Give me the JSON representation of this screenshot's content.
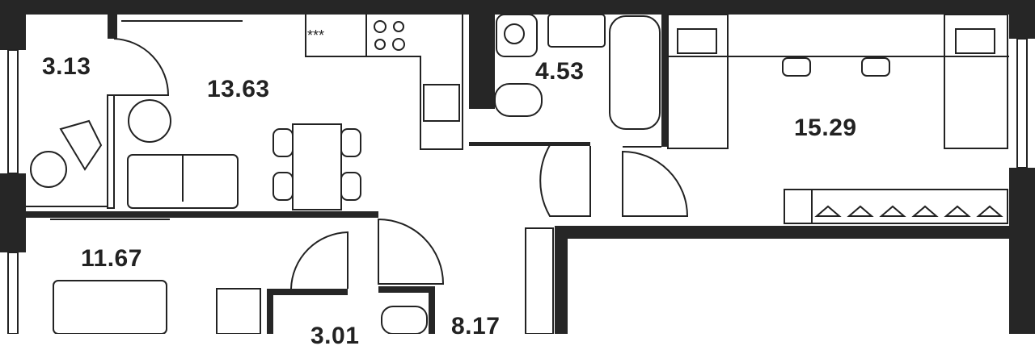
{
  "colors": {
    "wall": "#262626",
    "line": "#222222",
    "background": "#ffffff"
  },
  "rooms": [
    {
      "id": "balcony",
      "area": "3.13"
    },
    {
      "id": "kitchen-living",
      "area": "13.63"
    },
    {
      "id": "bathroom",
      "area": "4.53"
    },
    {
      "id": "bedroom-large",
      "area": "15.29"
    },
    {
      "id": "bedroom-small",
      "area": "11.67"
    },
    {
      "id": "wc",
      "area": "3.01"
    },
    {
      "id": "hallway",
      "area": "8.17"
    }
  ],
  "stove_label": "***"
}
